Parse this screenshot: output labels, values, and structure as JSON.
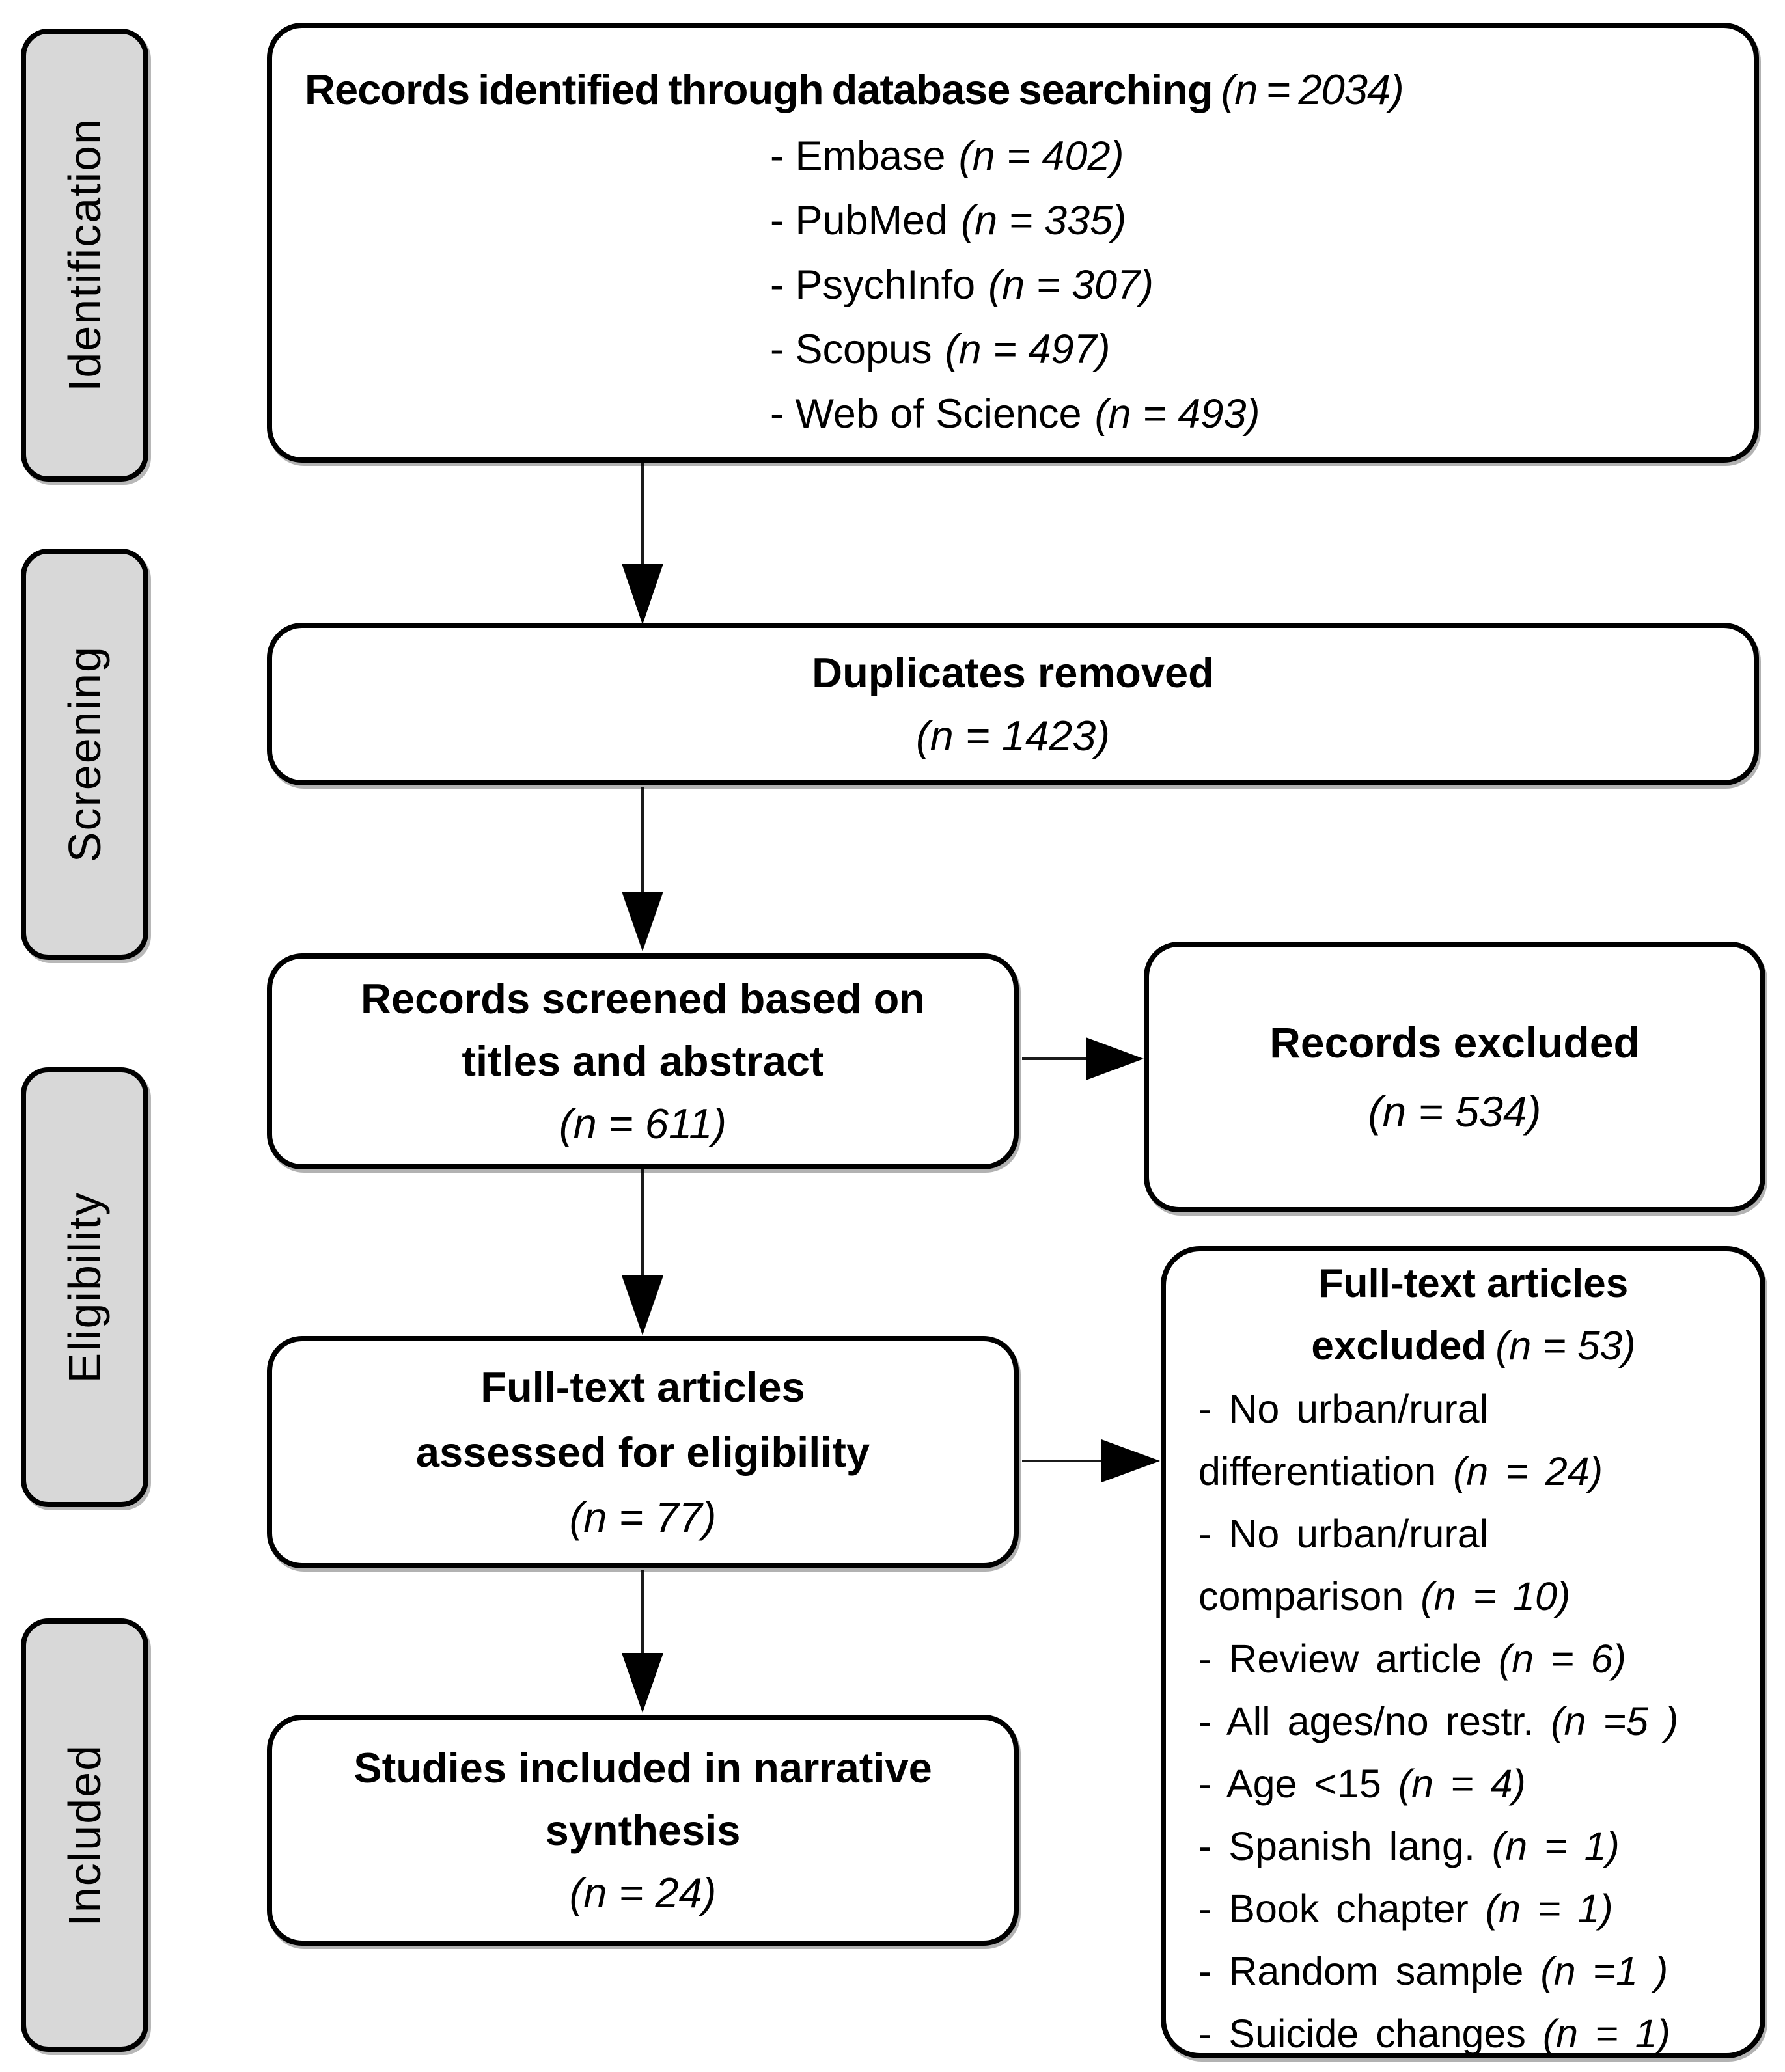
{
  "palette": {
    "stage_fill": "#d8d8d8",
    "box_fill": "#ffffff",
    "line": "#000000"
  },
  "stages": [
    "Identification",
    "Screening",
    "Eligibility",
    "Included"
  ],
  "identified": {
    "title": "Records identified through database searching",
    "count": "(n = 2034)",
    "sources": [
      {
        "label": "- Embase",
        "count": "(n = 402)"
      },
      {
        "label": "- PubMed",
        "count": "(n = 335)"
      },
      {
        "label": "- PsychInfo",
        "count": "(n = 307)"
      },
      {
        "label": "- Scopus",
        "count": "(n = 497)"
      },
      {
        "label": "- Web of Science",
        "count": "(n = 493)"
      }
    ]
  },
  "duplicates": {
    "title": "Duplicates removed",
    "count": "(n = 1423)"
  },
  "screened": {
    "line1": "Records screened based on",
    "line2": "titles and abstract",
    "count": "(n = 611)"
  },
  "records_excluded": {
    "title": "Records excluded",
    "count": "(n = 534)"
  },
  "fulltext": {
    "line1": "Full-text articles",
    "line2": "assessed for eligibility",
    "count": "(n = 77)"
  },
  "fulltext_excluded": {
    "line1": "Full-text articles",
    "line2": "excluded",
    "count": "(n = 53)",
    "reasons": [
      {
        "text": "- No urban/rural",
        "count": ""
      },
      {
        "text": "differentiation ",
        "count": "(n = 24)"
      },
      {
        "text": "- No urban/rural",
        "count": ""
      },
      {
        "text": "comparison ",
        "count": "(n = 10)"
      },
      {
        "text": "- Review article ",
        "count": "(n = 6)"
      },
      {
        "text": "- All ages/no restr. ",
        "count": "(n =5 )"
      },
      {
        "text": "- Age <15 ",
        "count": "(n = 4)"
      },
      {
        "text": "- Spanish lang. ",
        "count": "(n = 1)"
      },
      {
        "text": "- Book chapter ",
        "count": "(n = 1)"
      },
      {
        "text": "- Random sample ",
        "count": "(n =1 )"
      },
      {
        "text": "- Suicide changes ",
        "count": "(n = 1)"
      }
    ]
  },
  "included": {
    "line1": "Studies included in narrative",
    "line2": "synthesis",
    "count": "(n = 24)"
  }
}
